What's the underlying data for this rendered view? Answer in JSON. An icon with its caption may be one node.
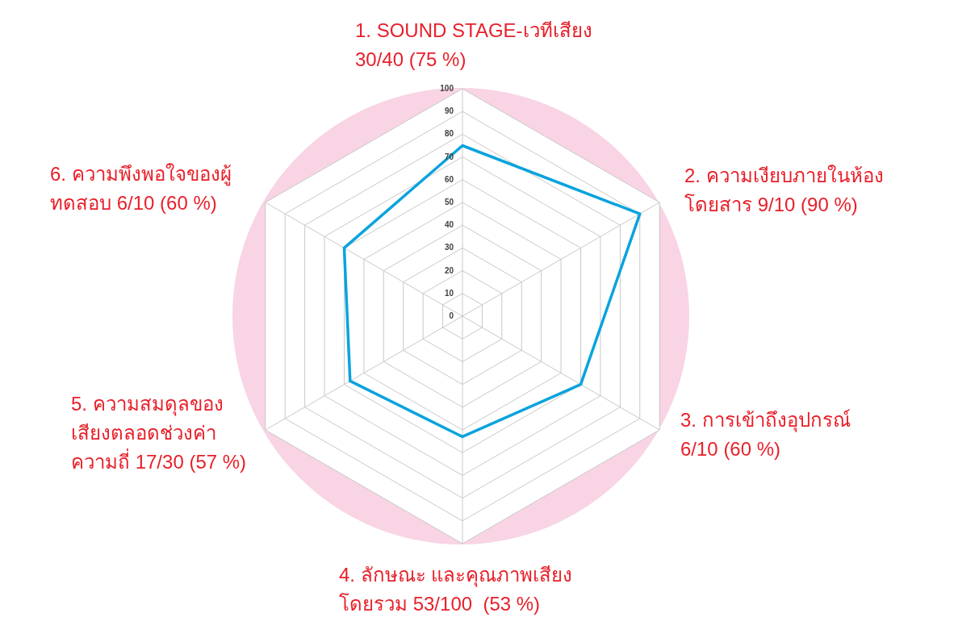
{
  "diagram": {
    "labels": [
      "1. SOUND STAGE-เวทีเสียง 30/40 (75 %)",
      "2. ความเงียบภายในห้องโดยสาร 9/10 (90 %)",
      "3. การเข้าถึงอุปกรณ์ 6/10 (60 %)",
      "4. ลักษณะ และคุณภาพเสียงโดยรวม 53/100  (53 %)",
      "5. ความสมดุลของเสียงตลอดช่วงค่าความถี่ 17/30 (57 %)",
      "6. ความพึงพอใจของผู้ทดสอบ 6/10 (60 %)",
      "100",
      "90",
      "80",
      "70",
      "60",
      "50",
      "40",
      "30",
      "20",
      "10",
      "0"
    ]
  }
}
